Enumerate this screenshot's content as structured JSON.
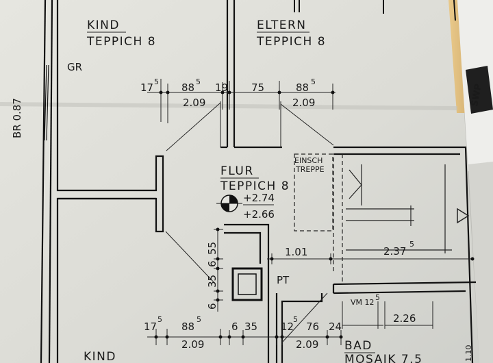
{
  "rooms": {
    "kind_top": {
      "name": "KIND",
      "floor": "TEPPICH 8"
    },
    "eltern": {
      "name": "ELTERN",
      "floor": "TEPPICH 8"
    },
    "flur": {
      "name": "FLUR",
      "floor": "TEPPICH 8",
      "level_1": "+2.74",
      "level_2": "+2.66"
    },
    "kind_bottom": {
      "name": "KIND"
    },
    "bad": {
      "name": "BAD",
      "floor": "MOSAIK 7.5"
    }
  },
  "labels": {
    "gr": "GR",
    "br": "BR 0.87",
    "pt": "PT",
    "einsch_1": "EINSCH",
    "einsch_2": "TREPPE",
    "vm": "VM 12",
    "vm_sup": "5",
    "right_edge": "1.10"
  },
  "dimensions_top": {
    "d1": "17",
    "d1_sup": "5",
    "d2": "88",
    "d2_sup": "5",
    "d3": "19",
    "d4": "75",
    "d5": "88",
    "d5_sup": "5",
    "w1": "2.09",
    "w2": "2.09"
  },
  "dimensions_mid": {
    "stair": "1.01",
    "right": "2.37",
    "right_sup": "5",
    "bath": "2.26"
  },
  "dimensions_vertical": {
    "v1": "55",
    "v2": "6",
    "v3": "35",
    "v4": "6"
  },
  "dimensions_bottom": {
    "d1": "17",
    "d1_sup": "5",
    "d2": "88",
    "d2_sup": "5",
    "d3": "6",
    "d4": "35",
    "d5": "12",
    "d5_sup": "5",
    "d6": "76",
    "d7": "24",
    "w1": "2.09",
    "w2": "2.09"
  },
  "badge": {
    "text": "SWP"
  }
}
